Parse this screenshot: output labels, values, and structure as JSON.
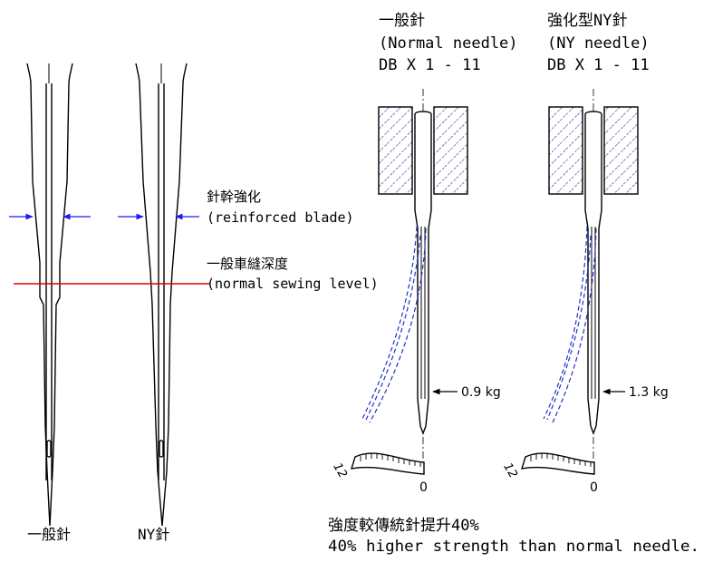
{
  "needles_left": [
    {
      "label": "一般針"
    },
    {
      "label": "NY針"
    }
  ],
  "annotations": {
    "blade": {
      "zh": "針幹強化",
      "en": "(reinforced blade)"
    },
    "sewing_level": {
      "zh": "一般車縫深度",
      "en": "(normal sewing level)"
    }
  },
  "headers": [
    {
      "zh": "一般針",
      "en": "(Normal needle)",
      "model": "DB X 1 - 11"
    },
    {
      "zh": "強化型NY針",
      "en": "(NY needle)",
      "model": "DB X 1 - 11"
    }
  ],
  "tests": [
    {
      "force": "0.9 kg",
      "scale_max": "12",
      "scale_zero": "0"
    },
    {
      "force": "1.3 kg",
      "scale_max": "12",
      "scale_zero": "0"
    }
  ],
  "footer": {
    "zh": "強度較傳統針提升40%",
    "en": "40% higher strength than normal needle."
  },
  "colors": {
    "ink": "#000000",
    "dimension_arrow": "#1a1aff",
    "sewing_level_line": "#e00000",
    "bend_path": "#2233cc",
    "hatch": "#2a2a9a"
  }
}
